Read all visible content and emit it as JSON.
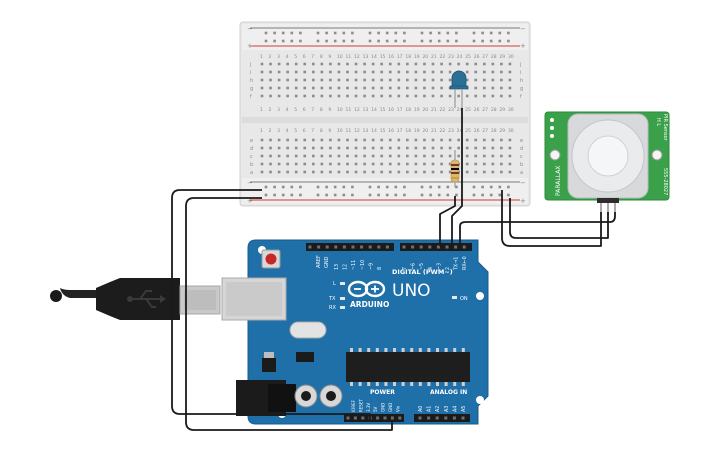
{
  "breadboard": {
    "rail_plus": "+",
    "rail_minus": "−",
    "row_letters_top": [
      "j",
      "i",
      "h",
      "g",
      "f"
    ],
    "row_letters_bottom": [
      "e",
      "d",
      "c",
      "b",
      "a"
    ],
    "column_numbers": [
      "1",
      "2",
      "3",
      "4",
      "5",
      "6",
      "7",
      "8",
      "9",
      "10",
      "11",
      "12",
      "13",
      "14",
      "15",
      "16",
      "17",
      "18",
      "19",
      "20",
      "21",
      "22",
      "23",
      "24",
      "25",
      "26",
      "27",
      "28",
      "29",
      "30"
    ]
  },
  "arduino": {
    "brand": "ARDUINO",
    "model": "UNO",
    "digital_label": "DIGITAL (PWM~)",
    "analog_label": "ANALOG IN",
    "power_label": "POWER",
    "on_label": "ON",
    "tx_label": "TX",
    "rx_label": "RX",
    "l_label": "L",
    "aref_label": "AREF",
    "gnd_label": "GND",
    "digital_pins": [
      "13",
      "12",
      "~11",
      "~10",
      "~9",
      "8",
      "7",
      "~6",
      "~5",
      "4",
      "~3",
      "2",
      "TX→1",
      "RX←0"
    ],
    "power_pins": [
      "IOREF",
      "RESET",
      "3.3V",
      "5V",
      "GND",
      "GND",
      "Vin"
    ],
    "analog_pins": [
      "A0",
      "A1",
      "A2",
      "A3",
      "A4",
      "A5"
    ]
  },
  "pir": {
    "side_text": "PIR Sensor",
    "brand": "PARALLAX",
    "part": "555-28027",
    "pins": "H L"
  },
  "colors": {
    "board_blue": "#1f6fa8",
    "breadboard": "#e9e9e9",
    "pir_green": "#3aa14a",
    "rail_red": "#d23b3b",
    "wire": "#1a1a1a"
  }
}
